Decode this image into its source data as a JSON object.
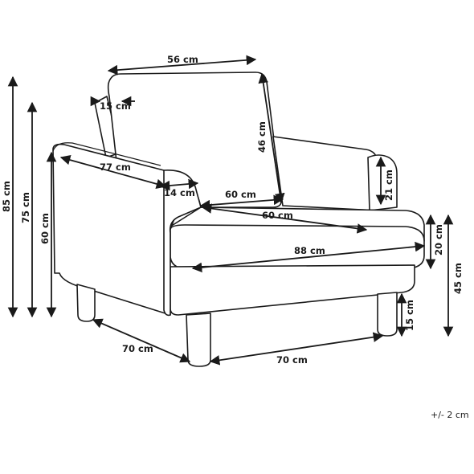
{
  "dimensions": {
    "back_width": "56 cm",
    "back_thickness": "15 cm",
    "back_height": "46 cm",
    "arm_depth": "77 cm",
    "arm_width": "14 cm",
    "seat_depth_inner": "60 cm",
    "seat_width_inner": "60 cm",
    "seat_front_width": "88 cm",
    "arm_height_above_seat": "21 cm",
    "cushion_height": "20 cm",
    "seat_height": "45 cm",
    "leg_height": "15 cm",
    "total_depth": "70 cm",
    "total_width": "70 cm",
    "total_height": "85 cm",
    "back_top_height": "75 cm",
    "arm_height": "60 cm"
  },
  "tolerance": "+/- 2 cm"
}
